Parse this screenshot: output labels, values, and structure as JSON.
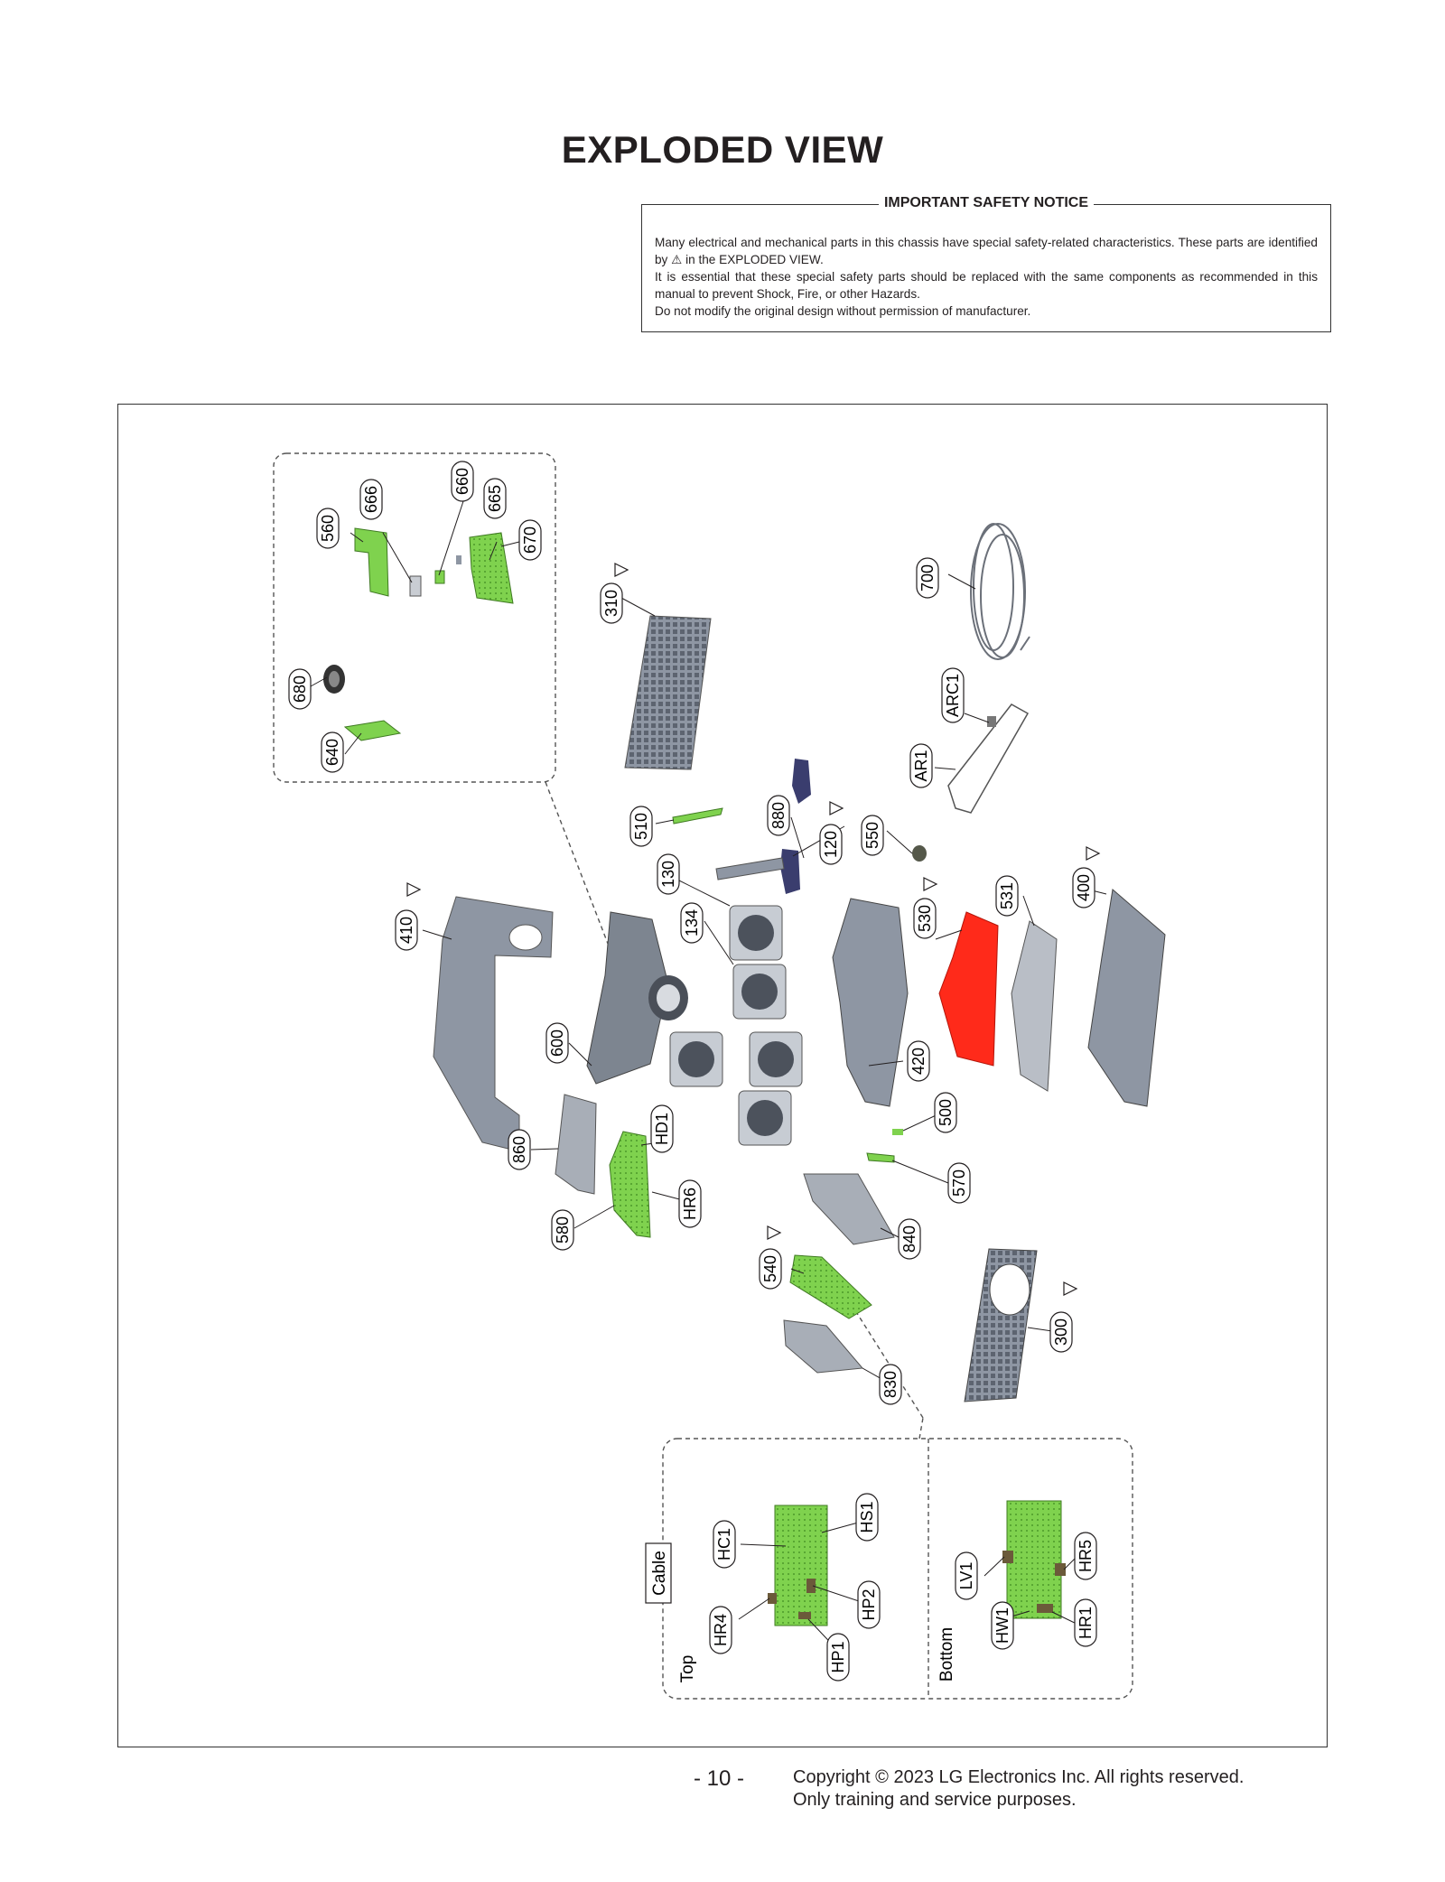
{
  "title": "EXPLODED VIEW",
  "notice": {
    "heading": "IMPORTANT SAFETY NOTICE",
    "line1": "Many electrical and mechanical parts in this chassis have special safety-related characteristics. These parts are identified by",
    "line1b": "in the EXPLODED VIEW.",
    "line2": "It is essential that these special safety parts should be replaced with the same components as recommended in this manual to prevent Shock, Fire, or other Hazards.",
    "line3": "Do not modify the original design without permission of manufacturer."
  },
  "colors": {
    "part_gray": "#8e96a3",
    "pcb_green": "#7fd24e",
    "red_part": "#ff2a1a",
    "navy_part": "#3a3d6e",
    "line": "#231f20"
  },
  "labels": {
    "p560": "560",
    "p666": "666",
    "p660": "660",
    "p665": "665",
    "p670": "670",
    "p680": "680",
    "p640": "640",
    "p310": "310",
    "p700": "700",
    "parc1": "ARC1",
    "par1": "AR1",
    "p510": "510",
    "p880": "880",
    "p120": "120",
    "p550": "550",
    "p130": "130",
    "p134": "134",
    "p410": "410",
    "p530": "530",
    "p531": "531",
    "p400": "400",
    "p600": "600",
    "p420": "420",
    "p500": "500",
    "p860": "860",
    "phd1": "HD1",
    "p570": "570",
    "phr6": "HR6",
    "p580": "580",
    "p840": "840",
    "p540": "540",
    "p300": "300",
    "p830": "830",
    "phc1": "HC1",
    "phs1": "HS1",
    "phr4": "HR4",
    "php2": "HP2",
    "php1": "HP1",
    "plv1": "LV1",
    "phr5": "HR5",
    "phw1": "HW1",
    "phr1": "HR1"
  },
  "inset": {
    "cable": "Cable",
    "top": "Top",
    "bottom": "Bottom"
  },
  "footer": {
    "page": "- 10 -",
    "copyright": "Copyright © 2023 LG Electronics Inc. All rights reserved.",
    "purpose": "Only training and service purposes."
  }
}
